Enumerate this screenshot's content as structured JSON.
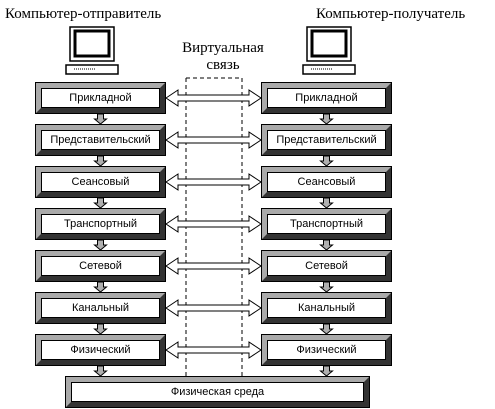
{
  "diagram": {
    "sender_title": "Компьютер-отправитель",
    "receiver_title": "Компьютер-получатель",
    "virtual_link_label": [
      "Виртуальная",
      "связь"
    ],
    "layers": [
      "Прикладной",
      "Представительский",
      "Сеансовый",
      "Транспортный",
      "Сетевой",
      "Канальный",
      "Физический"
    ],
    "physical_medium": "Физическая среда",
    "icons": [
      "computer-icon",
      "computer-icon"
    ]
  }
}
